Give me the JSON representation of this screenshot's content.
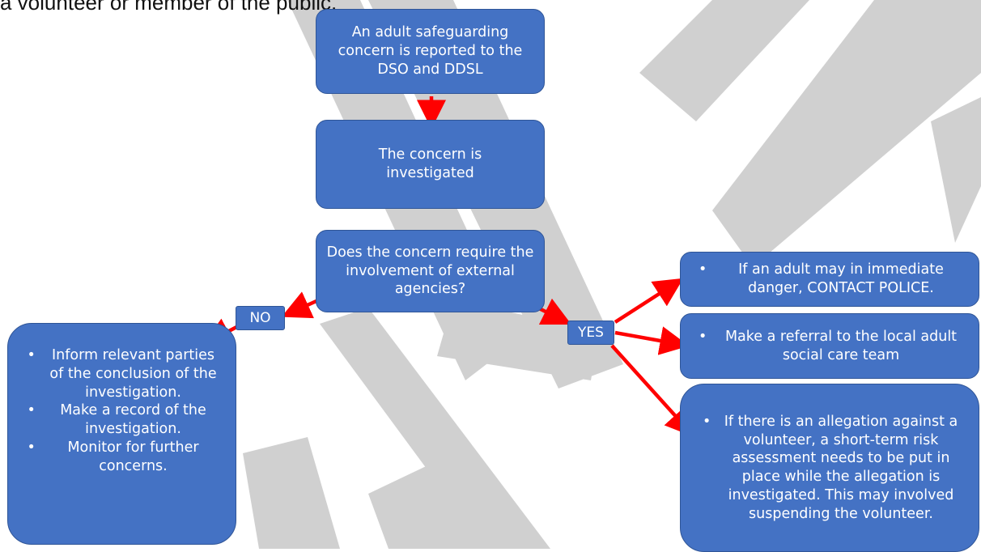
{
  "header_text": "a volunteer or member of the public.",
  "flow": {
    "reported": "An adult safeguarding concern is reported to the DSO and DDSL",
    "investigated": "The concern is investigated",
    "question": "Does the concern require the involvement of external agencies?",
    "no_label": "NO",
    "yes_label": "YES",
    "no_actions": [
      "Inform relevant parties of the conclusion of the investigation.",
      "Make a record of the investigation.",
      "Monitor for further concerns."
    ],
    "yes_actions": [
      "If an adult may in immediate danger, CONTACT POLICE.",
      "Make a referral to the local adult social care team",
      "If there is an allegation against a volunteer, a short-term risk assessment needs to be put in place while the allegation is investigated. This may involved suspending the volunteer."
    ]
  },
  "colors": {
    "box_fill": "#4472c4",
    "box_border": "#2f5597",
    "arrow": "#ff0000",
    "watermark": "#c8c8c8"
  }
}
